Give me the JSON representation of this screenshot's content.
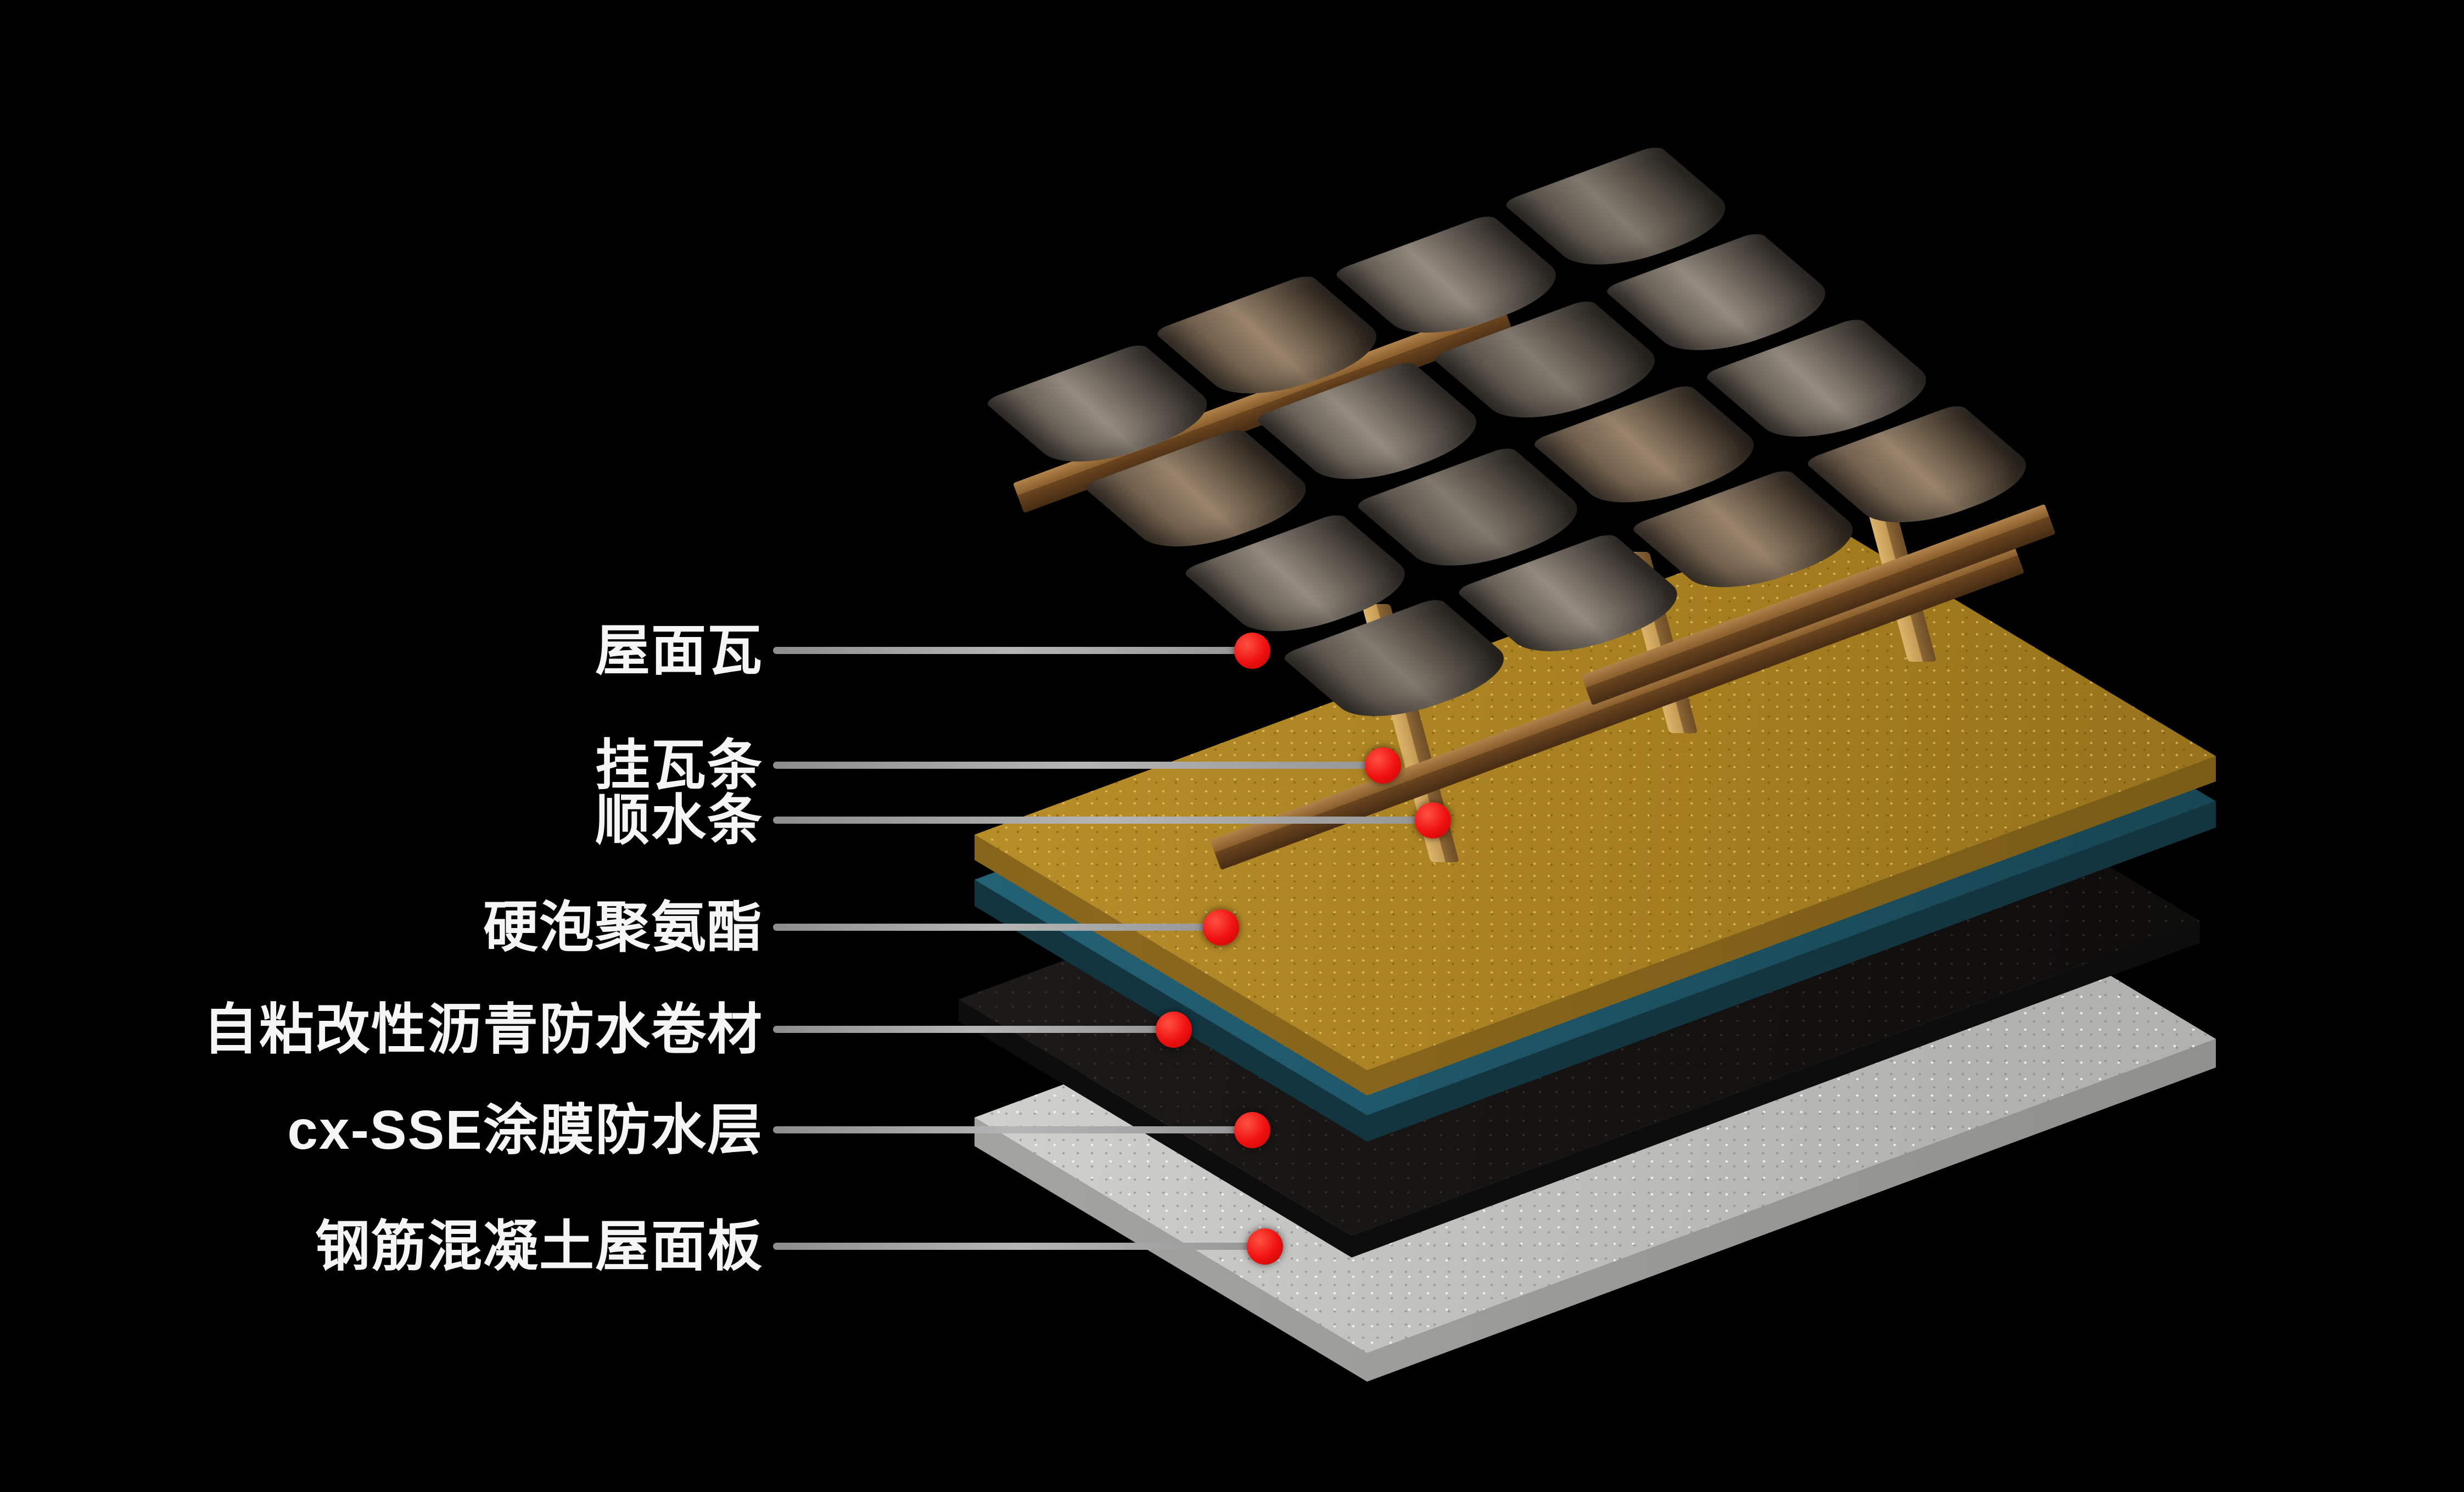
{
  "scene": {
    "background": "#000000",
    "marker_color": "#ef1010",
    "leader_line_color": "#a8a8a8",
    "label_color": "#f5f5f5",
    "layers": [
      {
        "id": "roof-tiles",
        "label": "屋面瓦",
        "color": "#8d847a"
      },
      {
        "id": "tile-battens",
        "label": "挂瓦条",
        "color": "#96713f"
      },
      {
        "id": "counter-battens",
        "label": "顺水条",
        "color": "#c7a35f"
      },
      {
        "id": "rigid-pu-foam",
        "label": "硬泡聚氨酯",
        "color": "#bf942c"
      },
      {
        "id": "sbs-membrane",
        "label": "自粘改性沥青防水卷材",
        "color": "#226074"
      },
      {
        "id": "cx-sse-coating",
        "label": "cx-SSE涂膜防水层",
        "color": "#1d1b19"
      },
      {
        "id": "rc-roof-slab",
        "label": "钢筋混凝土屋面板",
        "color": "#d8d8d5"
      }
    ]
  },
  "callouts": [
    {
      "label": "屋面瓦"
    },
    {
      "label": "挂瓦条"
    },
    {
      "label": "顺水条"
    },
    {
      "label": "硬泡聚氨酯"
    },
    {
      "label": "自粘改性沥青防水卷材"
    },
    {
      "label": "cx-SSE涂膜防水层"
    },
    {
      "label": "钢筋混凝土屋面板"
    }
  ]
}
